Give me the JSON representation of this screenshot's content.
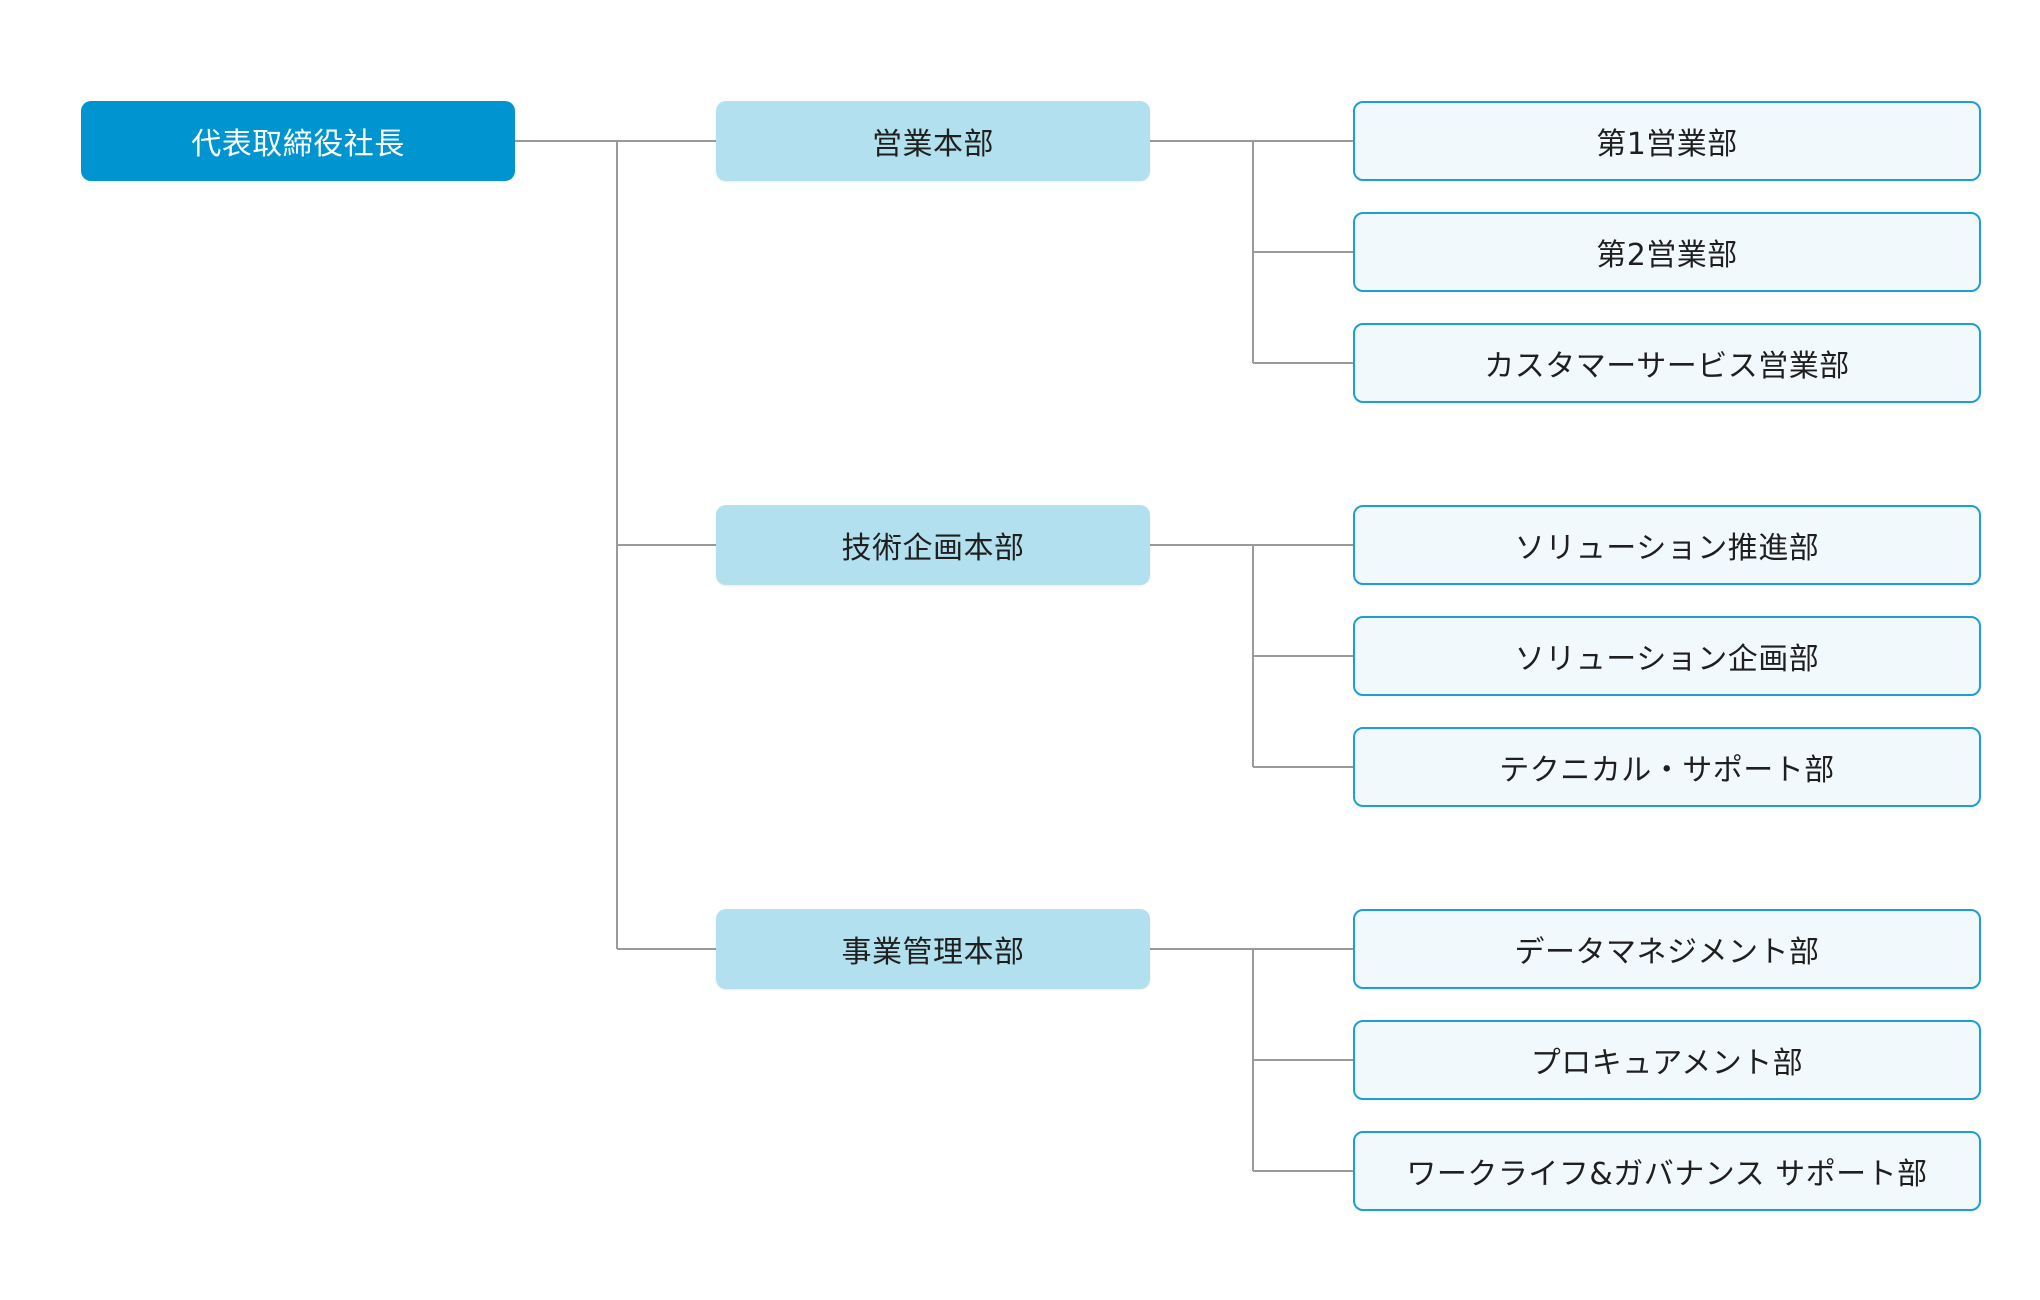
{
  "org": {
    "ceo": "代表取締役社長",
    "divisions": [
      {
        "name": "営業本部",
        "departments": [
          "第1営業部",
          "第2営業部",
          "カスタマーサービス営業部"
        ]
      },
      {
        "name": "技術企画本部",
        "departments": [
          "ソリューション推進部",
          "ソリューション企画部",
          "テクニカル・サポート部"
        ]
      },
      {
        "name": "事業管理本部",
        "departments": [
          "データマネジメント部",
          "プロキュアメント部",
          "ワークライフ&ガバナンス サポート部"
        ]
      }
    ]
  },
  "colors": {
    "ceo_fill": "#0095d0",
    "division_fill": "#b3e0ee",
    "department_fill": "#f2f9fc",
    "department_border": "#1e9ed4",
    "connector": "#9a9a9a"
  }
}
